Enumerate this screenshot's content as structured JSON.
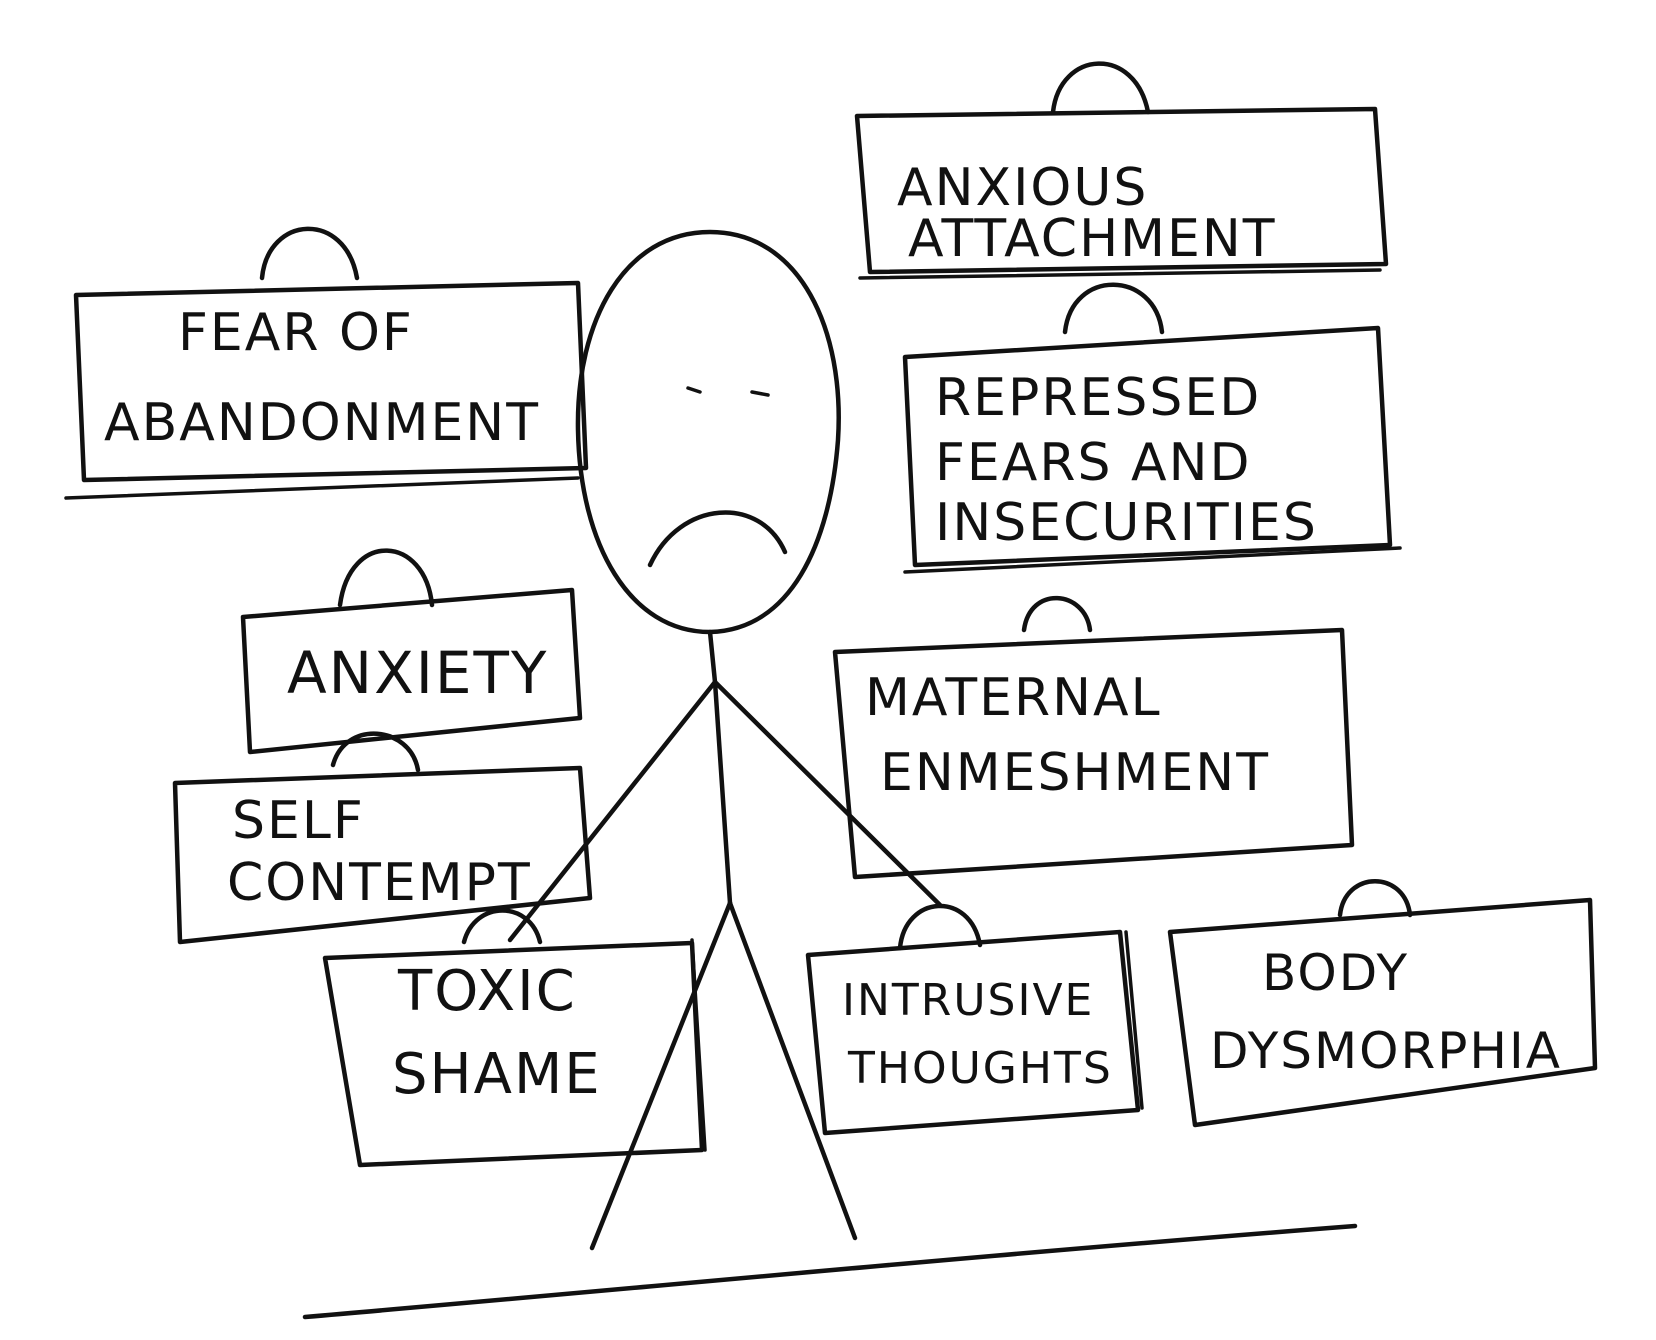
{
  "ink_color": "#111111",
  "paper_color": "#ffffff",
  "figure": {
    "mood": "sad",
    "description_icon": "stick-figure-icon"
  },
  "bags": {
    "anxious_attachment": [
      "ANXIOUS",
      "ATTACHMENT"
    ],
    "fear_of_abandonment": [
      "FEAR OF",
      "ABANDONMENT"
    ],
    "repressed_fears": [
      "REPRESSED",
      "FEARS AND",
      "INSECURITIES"
    ],
    "anxiety": [
      "ANXIETY"
    ],
    "maternal_enmeshment": [
      "MATERNAL",
      "ENMESHMENT"
    ],
    "self_contempt": [
      "SELF",
      "CONTEMPT"
    ],
    "toxic_shame": [
      "TOXIC",
      "SHAME"
    ],
    "intrusive_thoughts": [
      "INTRUSIVE",
      "THOUGHTS"
    ],
    "body_dysmorphia": [
      "BODY",
      "DYSMORPHIA"
    ]
  }
}
